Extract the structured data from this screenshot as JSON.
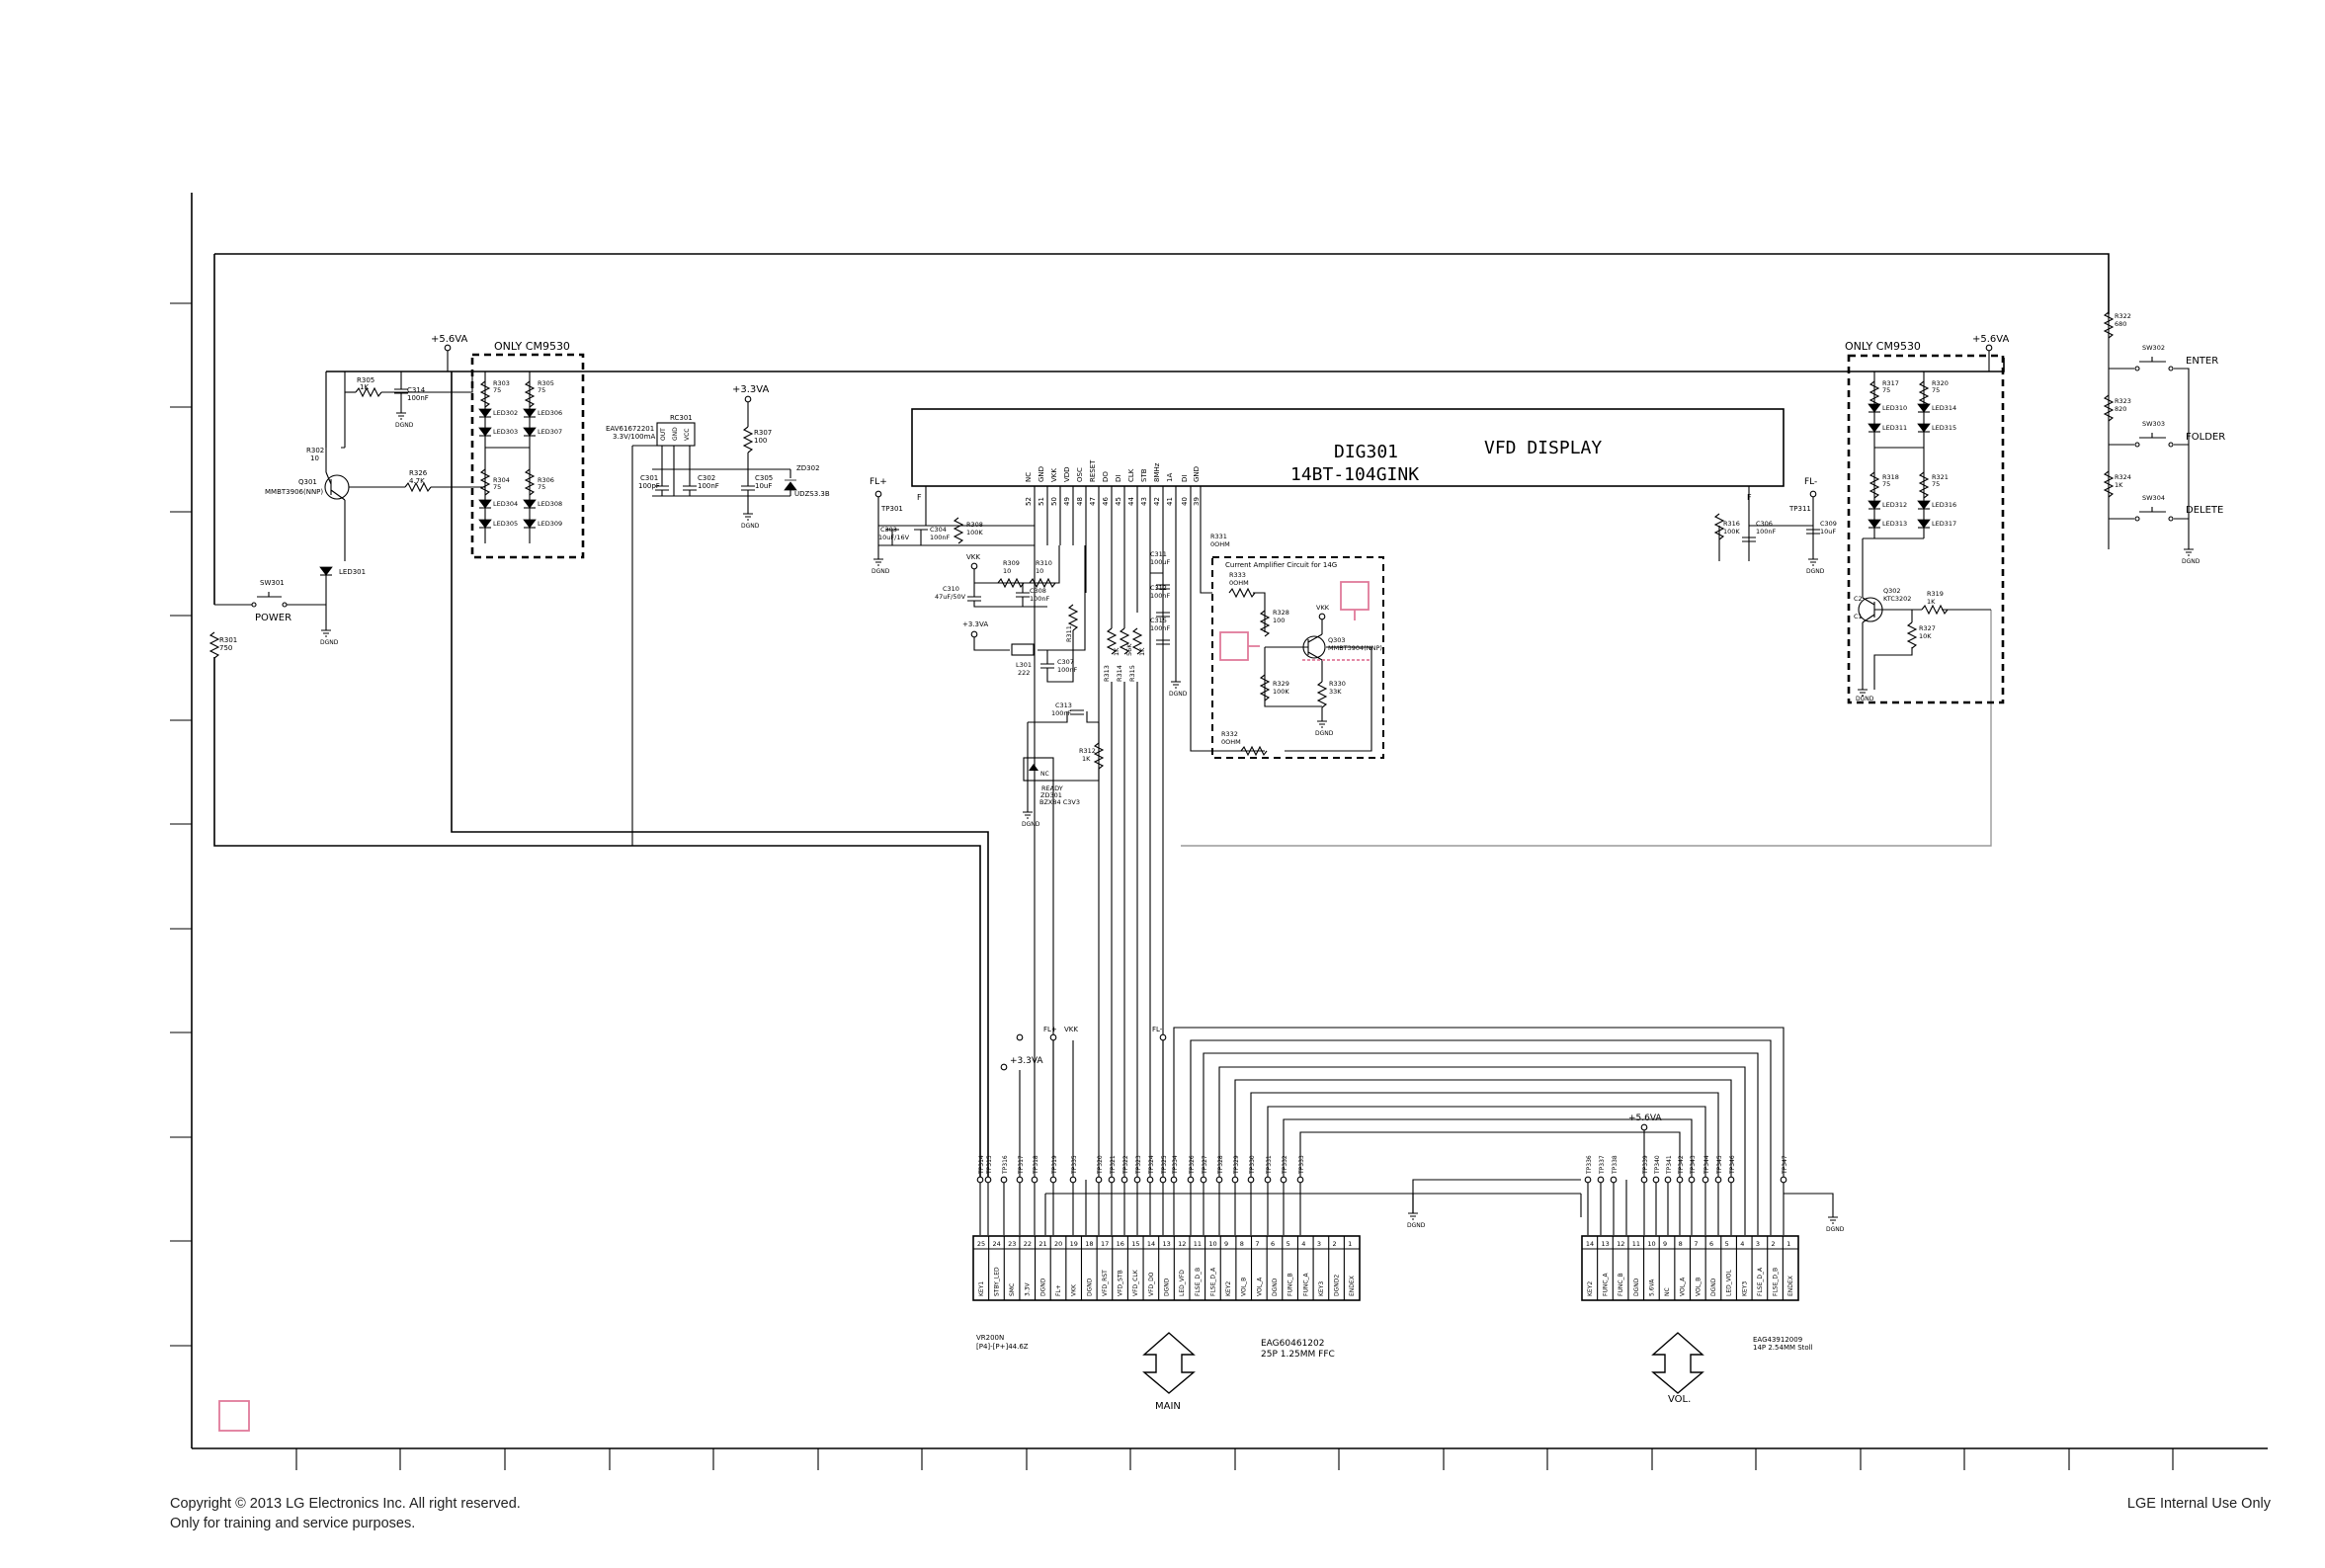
{
  "titles": {
    "display_ref": "DIG301",
    "display_name": "VFD DISPLAY",
    "display_part": "14BT-104GINK",
    "only_left": "ONLY CM9530",
    "only_right": "ONLY CM9530",
    "amp_note": "Current Amplifier Circuit for 14G"
  },
  "power_rails": {
    "v56_left": "+5.6VA",
    "v56_right": "+5.6VA",
    "v56_conn": "+5.6VA",
    "v33_top": "+3.3VA",
    "v33_conn": "+3.3VA",
    "v33_small": "+3.3VA",
    "vkk_left": "VKK",
    "vkk_right": "VKK",
    "vkk_conn": "VKK",
    "fl_plus": "FL+",
    "fl_minus": "FL-",
    "fl_plus_conn": "FL+",
    "fl_minus_conn": "FL-"
  },
  "switches": {
    "power": {
      "ref": "SW301",
      "label": "POWER"
    },
    "enter": {
      "ref": "SW302",
      "label": "ENTER"
    },
    "folder": {
      "ref": "SW303",
      "label": "FOLDER"
    },
    "delete": {
      "ref": "SW304",
      "label": "DELETE"
    }
  },
  "key_resistors": [
    {
      "ref": "R322",
      "value": "680"
    },
    {
      "ref": "R323",
      "value": "820"
    },
    {
      "ref": "R324",
      "value": "1K"
    }
  ],
  "left_parts": {
    "q301": "Q301",
    "q301_part": "MMBT3906(NNP)",
    "r302": "R302",
    "r302_v": "10",
    "r305": "R305",
    "r305_v": "1K",
    "r326": "R326",
    "r326_v": "4.7K",
    "r301": "R301",
    "r301_v": "750",
    "led301": "LED301",
    "c314": "C314",
    "c314_v": "100nF",
    "dgnd": "DGND"
  },
  "led_block_left": {
    "refs": [
      "R303",
      "R305",
      "R304",
      "R306",
      "LED302",
      "LED303",
      "LED304",
      "LED305",
      "LED306",
      "LED307",
      "LED308",
      "LED309"
    ],
    "values": [
      "75",
      "75",
      "75",
      "75"
    ]
  },
  "reg_block": {
    "ic": "RC301",
    "ic_part": "EAV61672201",
    "ic_note": "3.3V/100mA",
    "pins": [
      "OUT",
      "GND",
      "VCC"
    ],
    "c301": "C301",
    "c301_v": "100pF",
    "c302": "C302",
    "c302_v": "100nF",
    "c305": "C305",
    "c305_v": "10uF",
    "r307": "R307",
    "r307_v": "100",
    "zd": "ZD302",
    "zd_part": "UDZS3.3B"
  },
  "fl_block": {
    "tp": "TP301",
    "c303": "C303",
    "c303_v": "10uF/16V",
    "c304": "C304",
    "c304_v": "100nF",
    "r308": "R308",
    "r308_v": "100K",
    "c310": "C310",
    "c310_v": "47uF/50V",
    "r309": "R309",
    "r309_v": "10",
    "r310": "R310",
    "r310_v": "10",
    "c308": "C308",
    "c308_v": "100nF",
    "r311": "R311",
    "l301": "L301",
    "l301_v": "222",
    "c307": "C307",
    "c307_v": "100nF",
    "c313": "C313",
    "c313_v": "100nF",
    "r312": "R312",
    "r312_v": "1K",
    "zd301": "ZD301",
    "zd301_part": "BZX84 C3V3",
    "nc": "NC",
    "ready": "READY",
    "c311": "C311",
    "c311_v": "100uF",
    "c312": "C312",
    "c312_v": "100nF",
    "c315": "C315",
    "c315_v": "100nF",
    "r313": "R313",
    "r314": "R314",
    "r315": "R315",
    "r313_v": "1K",
    "r314_v": "56K",
    "r315_v": "1K"
  },
  "vfd_pins": {
    "left_edge": "F",
    "right_edge": "F",
    "pins": [
      "NC",
      "GND",
      "VKK",
      "VDD",
      "OSC",
      "RESET",
      "DO",
      "DI",
      "CLK",
      "STB",
      "8MHz",
      "1A",
      "DI",
      "GND"
    ],
    "nums": [
      "52",
      "51",
      "50",
      "49",
      "48",
      "47",
      "46",
      "45",
      "44",
      "43",
      "42",
      "41",
      "40",
      "39"
    ]
  },
  "amp_block": {
    "r331": "R331",
    "r331_v": "0OHM",
    "r333": "R333",
    "r333_v": "0OHM",
    "r328": "R328",
    "r328_v": "100",
    "q303": "Q303",
    "q303_part": "MMBT3904(NNP)",
    "r329": "R329",
    "r329_v": "100K",
    "r330": "R330",
    "r330_v": "33K",
    "r332": "R332",
    "r332_v": "0OHM",
    "vkk": "VKK"
  },
  "right_block": {
    "tp": "TP311",
    "r316": "R316",
    "r316_v": "100K",
    "c306": "C306",
    "c306_v": "100nF",
    "c309": "C309",
    "c309_v": "10uF",
    "q302": "Q302",
    "q302_part": "KTC3202",
    "r319": "R319",
    "r319_v": "1K",
    "r327": "R327",
    "r327_v": "10K",
    "led_refs": [
      "R317",
      "R320",
      "R318",
      "R321",
      "LED310",
      "LED311",
      "LED312",
      "LED313",
      "LED314",
      "LED315",
      "LED316",
      "LED317"
    ],
    "led_values": [
      "75",
      "75",
      "75",
      "75"
    ],
    "c1": "C1",
    "c2": "C2",
    "dgnd": "DGND"
  },
  "main_connector": {
    "ref": "EAG60461202",
    "desc": "25P 1.25MM FFC",
    "note_left": "VR200N",
    "note_left2": "[P4]-[P+]44.6Z",
    "label": "MAIN",
    "pin_nums": [
      "25",
      "24",
      "23",
      "22",
      "21",
      "20",
      "19",
      "18",
      "17",
      "16",
      "15",
      "14",
      "13",
      "12",
      "11",
      "10",
      "9",
      "8",
      "7",
      "6",
      "5",
      "4",
      "3",
      "2",
      "1"
    ],
    "signals": [
      "KEY1",
      "STBY_LED",
      "SMC",
      "3.3V",
      "DGND",
      "FL+",
      "VKK",
      "DGND",
      "VFD_RST",
      "VFD_STB",
      "VFD_CLK",
      "VFD_DO",
      "DGND",
      "LED_VFD",
      "FLSE_D_B",
      "FLSE_D_A",
      "KEY2",
      "VOL_B",
      "VOL_A",
      "DGND",
      "FUNC_B",
      "FUNC_A",
      "KEY3",
      "DGND2",
      "ENDEX"
    ],
    "tps": [
      "TP314",
      "TP315",
      "TP316",
      "TP317",
      "TP318",
      "TP319",
      "TP320",
      "TP321",
      "TP322",
      "TP323",
      "TP324",
      "TP325",
      "TP326",
      "TP327",
      "TP328",
      "TP329",
      "TP330",
      "TP331",
      "TP332",
      "TP333",
      "TP334",
      "TP335"
    ],
    "dgnd": "DGND"
  },
  "vol_connector": {
    "ref": "EAG43912009",
    "desc": "14P 2.54MM Stoll",
    "label": "VOL.",
    "pin_nums": [
      "14",
      "13",
      "12",
      "11",
      "10",
      "9",
      "8",
      "7",
      "6",
      "5",
      "4",
      "3",
      "2",
      "1"
    ],
    "signals": [
      "KEY2",
      "FUNC_A",
      "FUNC_B",
      "DGND",
      "5.6VA",
      "NC",
      "VOL_A",
      "VOL_B",
      "DGND",
      "LED_VOL",
      "KEY3",
      "FLSE_D_A",
      "FLSE_D_B",
      "ENDEX"
    ],
    "tps": [
      "TP336",
      "TP337",
      "TP338",
      "TP339",
      "TP340",
      "TP341",
      "TP342",
      "TP343",
      "TP344",
      "TP345",
      "TP346",
      "TP347"
    ],
    "dgnd": "DGND"
  },
  "footer": {
    "copyright": "Copyright © 2013 LG Electronics Inc. All right reserved.",
    "purpose": "Only for training and service purposes.",
    "internal": "LGE Internal Use Only"
  }
}
